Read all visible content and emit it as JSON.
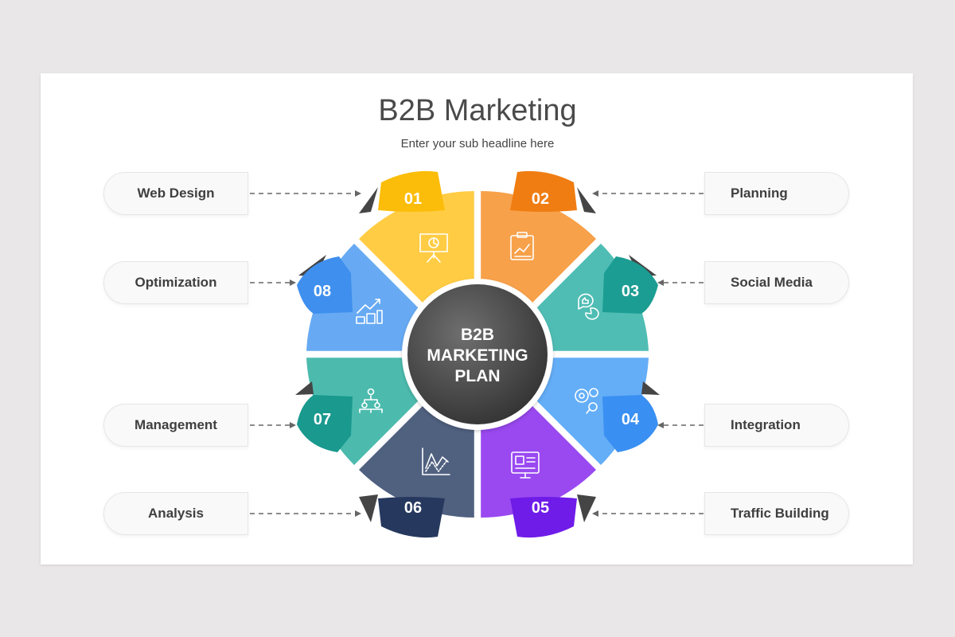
{
  "slide": {
    "title": "B2B Marketing",
    "subtitle": "Enter your sub headline here",
    "center_label_lines": [
      "B2B",
      "MARKETING",
      "PLAN"
    ]
  },
  "segments": [
    {
      "number": "01",
      "label": "Web Design",
      "color": "#ffcc44",
      "tab_color": "#fbbd0a",
      "icon": "presentation-chart-icon"
    },
    {
      "number": "02",
      "label": "Planning",
      "color": "#f7a14a",
      "tab_color": "#f07d12",
      "icon": "clipboard-chart-icon"
    },
    {
      "number": "03",
      "label": "Social Media",
      "color": "#4fbdb4",
      "tab_color": "#1c9d93",
      "icon": "chat-like-icon"
    },
    {
      "number": "04",
      "label": "Integration",
      "color": "#64aef7",
      "tab_color": "#3a8ff2",
      "icon": "gears-search-icon"
    },
    {
      "number": "05",
      "label": "Traffic Building",
      "color": "#9a49f1",
      "tab_color": "#6f1ce8",
      "icon": "monitor-icon"
    },
    {
      "number": "06",
      "label": "Analysis",
      "color": "#506180",
      "tab_color": "#26385e",
      "icon": "line-graph-icon"
    },
    {
      "number": "07",
      "label": "Management",
      "color": "#4cbbae",
      "tab_color": "#1a998e",
      "icon": "hierarchy-icon"
    },
    {
      "number": "08",
      "label": "Optimization",
      "color": "#67aaf3",
      "tab_color": "#3f8fee",
      "icon": "growth-coins-icon"
    }
  ]
}
